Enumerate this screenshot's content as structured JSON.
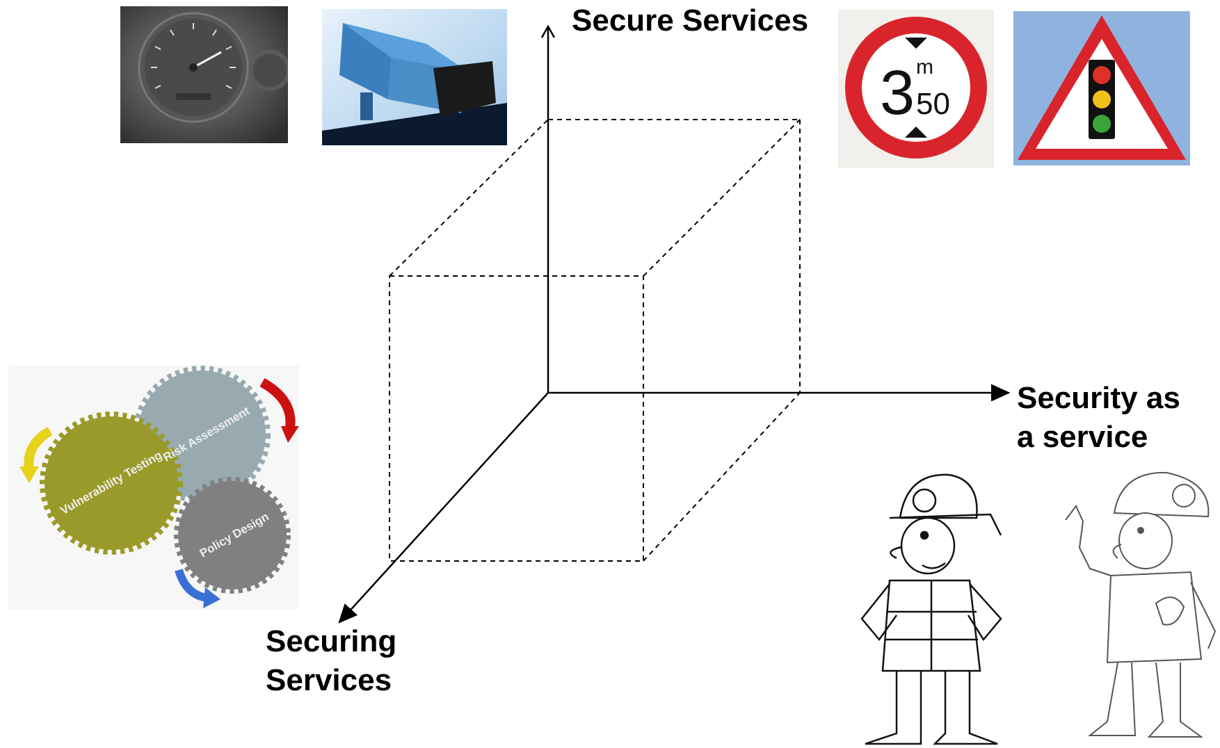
{
  "axes": {
    "vertical": "Secure Services",
    "horizontal_line1": "Security as",
    "horizontal_line2": "a service",
    "diagonal_line1": "Securing",
    "diagonal_line2": "Services"
  },
  "sign": {
    "height_value": "3",
    "height_unit": "m",
    "height_fraction": "50"
  },
  "gears": {
    "left": "Vulnerability Testing",
    "top": "Risk Assessment",
    "bottom": "Policy Design"
  },
  "colors": {
    "axis": "#000000",
    "sign_red": "#d9242b",
    "gear_olive": "#9a9a2a",
    "gear_blue_gray": "#98aab0",
    "gear_gray": "#808080",
    "camera_blue": "#4a8ec8",
    "warning_sky": "#8fb3de"
  },
  "images": [
    "speedometer-photo",
    "surveillance-camera-photo",
    "height-limit-sign",
    "traffic-light-warning-sign",
    "security-process-gears",
    "firefighter-drawing",
    "police-officer-drawing"
  ]
}
